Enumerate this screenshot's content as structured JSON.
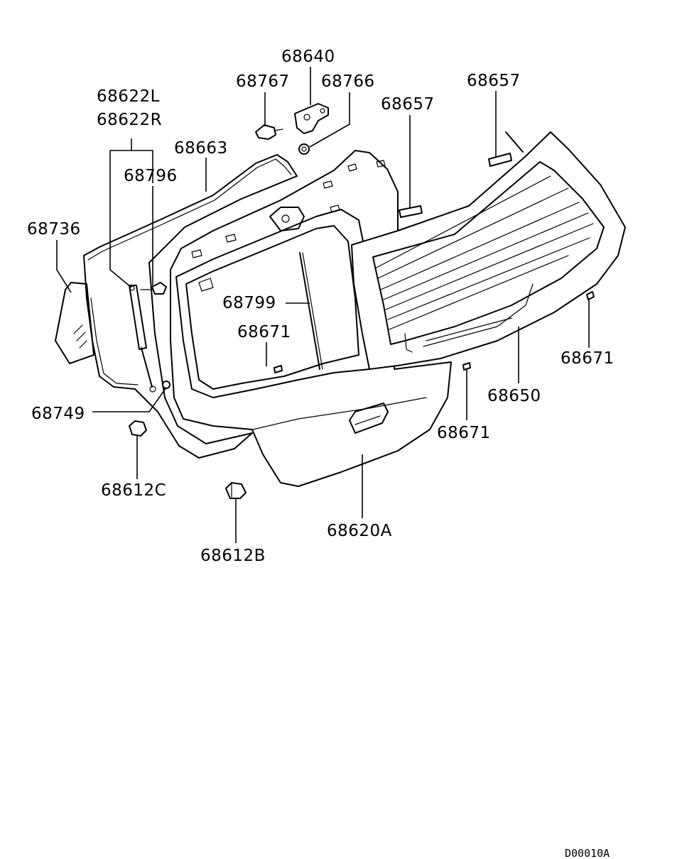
{
  "labels": {
    "p68640": "68640",
    "p68767": "68767",
    "p68766": "68766",
    "p68657a": "68657",
    "p68657b": "68657",
    "p68622L": "68622L",
    "p68622R": "68622R",
    "p68663": "68663",
    "p68796": "68796",
    "p68736": "68736",
    "p68799": "68799",
    "p68671a": "68671",
    "p68671b": "68671",
    "p68671c": "68671",
    "p68650": "68650",
    "p68749": "68749",
    "p68612C": "68612C",
    "p68612B": "68612B",
    "p68620A": "68620A"
  },
  "diagram_code": "D00010A"
}
